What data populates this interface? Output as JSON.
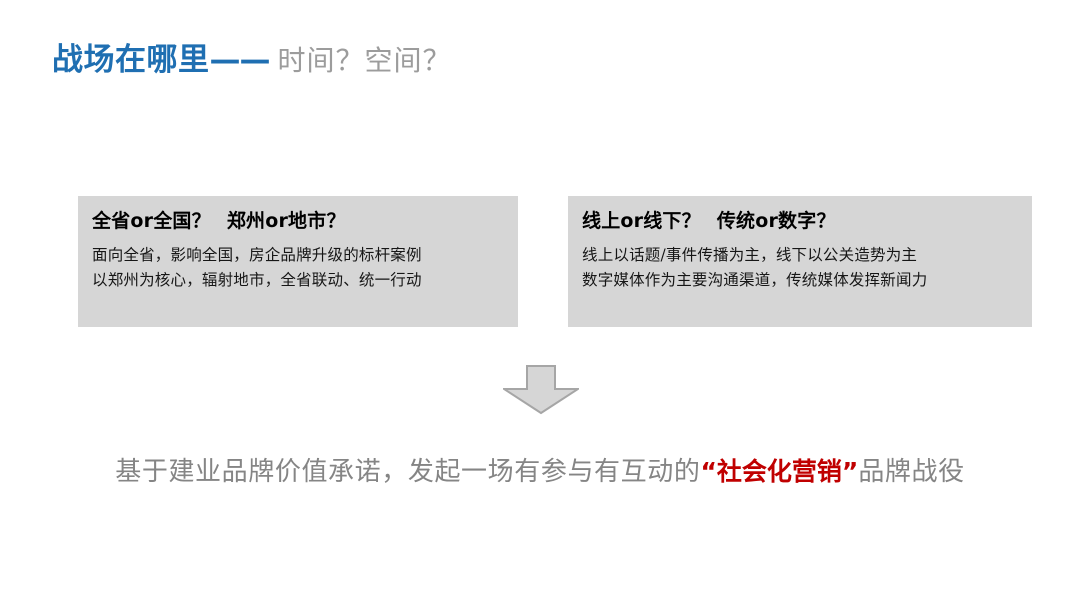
{
  "slide": {
    "title": {
      "main": "战场在哪里",
      "dash": "——",
      "sub": "时间？空间？",
      "main_color": "#1F6FB2",
      "sub_color": "#9C9C9C"
    },
    "panels": [
      {
        "heading_part1": "全省or全国？",
        "heading_part2": "郑州or地市？",
        "line1": "面向全省，影响全国，房企品牌升级的标杆案例",
        "line2": "以郑州为核心，辐射地市，全省联动、统一行动",
        "background": "#D6D6D6"
      },
      {
        "heading_part1": "线上or线下？",
        "heading_part2": "传统or数字？",
        "line1": "线上以话题/事件传播为主，线下以公关造势为主",
        "line2": "数字媒体作为主要沟通渠道，传统媒体发挥新闻力",
        "background": "#D6D6D6"
      }
    ],
    "arrow": {
      "direction": "down",
      "fill": "#D6D6D6",
      "stroke": "#A6A6A6"
    },
    "statement": {
      "before": "基于建业品牌价值承诺，发起一场有参与有互动的",
      "highlight": "“社会化营销”",
      "after": "品牌战役",
      "text_color": "#858585",
      "highlight_color": "#C00000"
    }
  }
}
